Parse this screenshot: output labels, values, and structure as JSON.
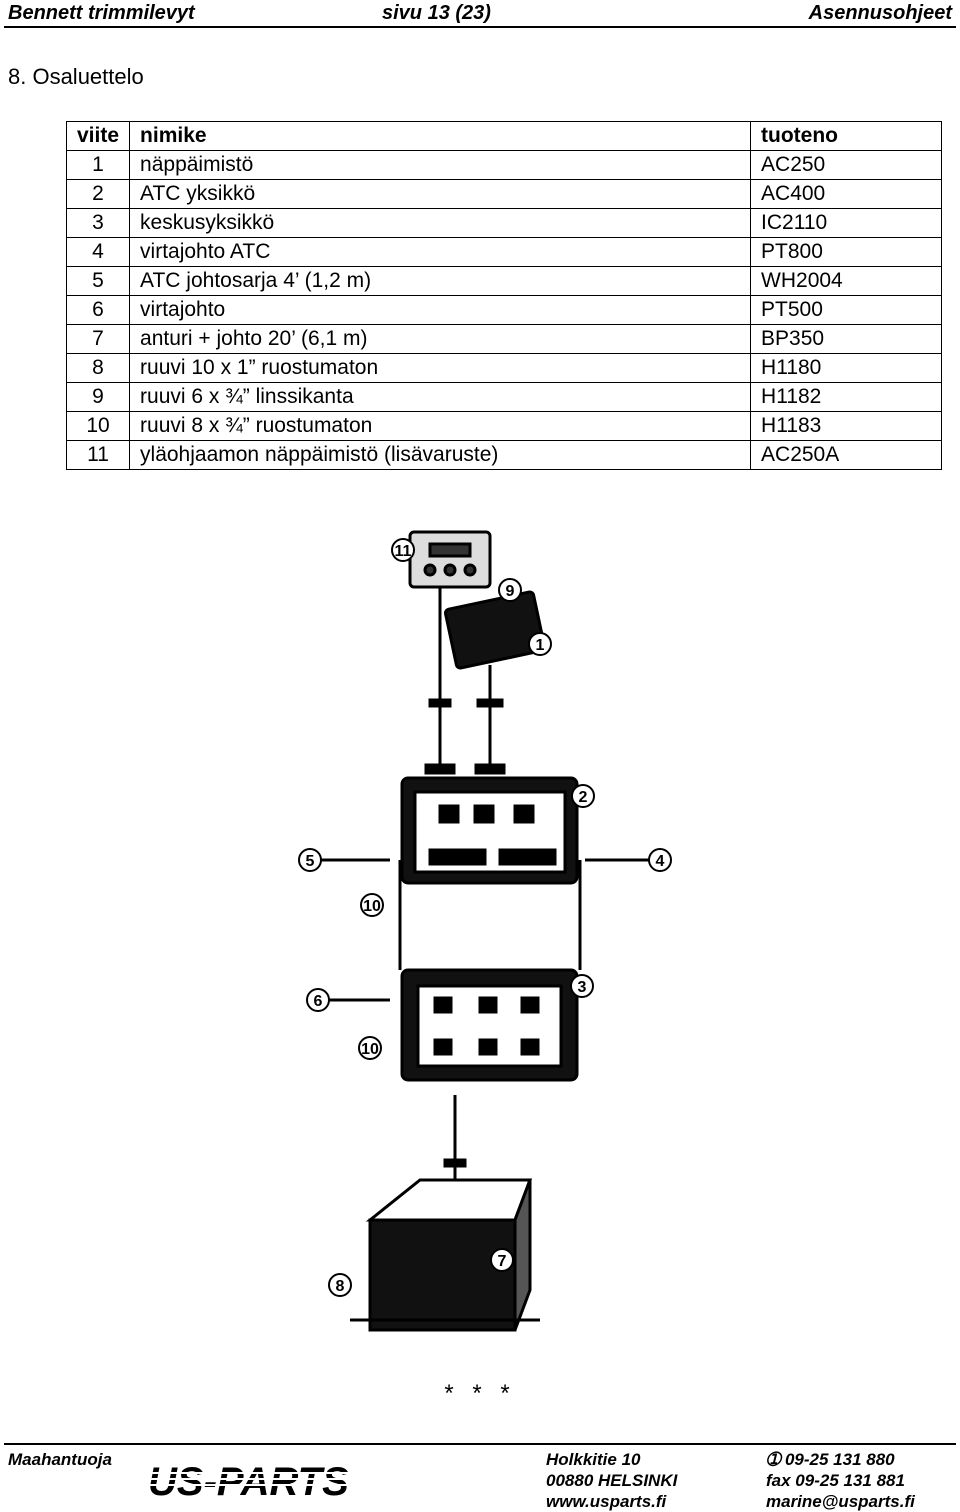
{
  "header": {
    "left": "Bennett trimmilevyt",
    "center": "sivu  13 (23)",
    "right": "Asennusohjeet"
  },
  "section_title": "8.  Osaluettelo",
  "table": {
    "headers": [
      "viite",
      "nimike",
      "tuoteno"
    ],
    "rows": [
      [
        "1",
        "näppäimistö",
        "AC250"
      ],
      [
        "2",
        "ATC yksikkö",
        "AC400"
      ],
      [
        "3",
        "keskusyksikkö",
        "IC2110"
      ],
      [
        "4",
        "virtajohto ATC",
        "PT800"
      ],
      [
        "5",
        "ATC johtosarja 4’ (1,2 m)",
        "WH2004"
      ],
      [
        "6",
        "virtajohto",
        "PT500"
      ],
      [
        "7",
        "anturi + johto 20’ (6,1 m)",
        "BP350"
      ],
      [
        "8",
        "ruuvi 10 x 1” ruostumaton",
        "H1180"
      ],
      [
        "9",
        "ruuvi 6 x ¾” linssikanta",
        "H1182"
      ],
      [
        "10",
        "ruuvi 8 x ¾” ruostumaton",
        "H1183"
      ],
      [
        "11",
        "yläohjaamon näppäimistö (lisävaruste)",
        "AC250A"
      ]
    ]
  },
  "diagram": {
    "callouts": [
      "11",
      "9",
      "1",
      "2",
      "5",
      "4",
      "10",
      "6",
      "3",
      "10",
      "7",
      "8"
    ]
  },
  "separator": "* * *",
  "footer": {
    "importer": "Maahantuoja",
    "logo_text": "US-PARTS",
    "address1": "Holkkitie 10",
    "address2": "00880  HELSINKI",
    "web": "www.usparts.fi",
    "phone": "➀ 09-25 131 880",
    "fax": "fax 09-25 131 881",
    "email": "marine@usparts.fi"
  }
}
